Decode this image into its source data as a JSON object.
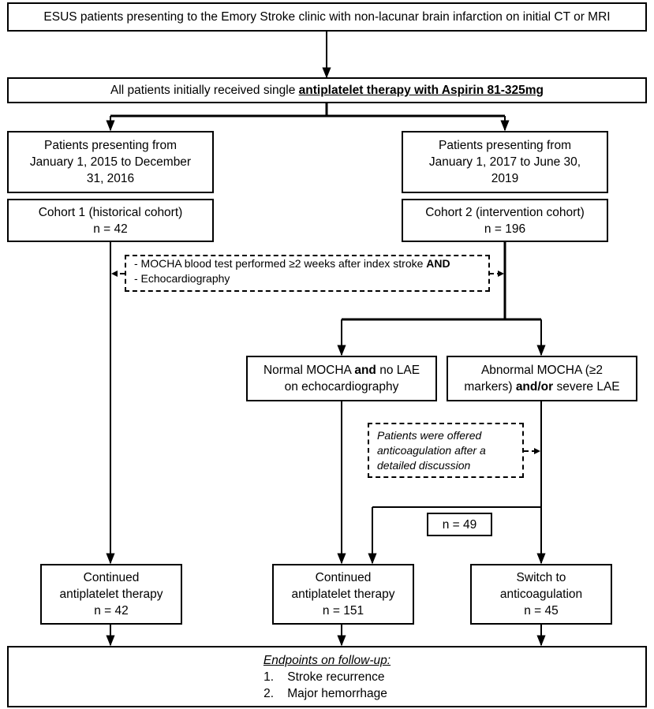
{
  "diagram": {
    "top_box": "ESUS patients presenting to the Emory Stroke clinic with non-lacunar brain infarction on initial CT or MRI",
    "therapy_box": {
      "prefix": "All patients initially received single ",
      "emphasis": "antiplatelet therapy with Aspirin 81-325mg"
    },
    "left_period": {
      "line1": "Patients presenting from",
      "line2": "January 1, 2015  to December",
      "line3": "31, 2016"
    },
    "right_period": {
      "line1": "Patients presenting from",
      "line2": "January 1, 2017  to June 30,",
      "line3": "2019"
    },
    "cohort1": {
      "label": "Cohort 1 (historical cohort)",
      "n": "n = 42"
    },
    "cohort2": {
      "label": "Cohort 2 (intervention cohort)",
      "n": "n = 196"
    },
    "mocha_note": {
      "line1_prefix": "- MOCHA blood test performed ≥2  weeks after index stroke ",
      "line1_bold": "AND",
      "line2": "- Echocardiography"
    },
    "normal_box": {
      "line1_a": "Normal MOCHA ",
      "line1_b": "and",
      "line1_c": " no LAE",
      "line2": "on echocardiography"
    },
    "abnormal_box": {
      "line1": "Abnormal MOCHA (≥2",
      "line2_a": "markers) ",
      "line2_b": "and/or",
      "line2_c": " severe LAE"
    },
    "offer_note": {
      "line1": "Patients were offered",
      "line2": "anticoagulation after a",
      "line3": "detailed discussion"
    },
    "n49": "n = 49",
    "out_left": {
      "line1": "Continued",
      "line2": "antiplatelet therapy",
      "n": "n = 42"
    },
    "out_mid": {
      "line1": "Continued",
      "line2": "antiplatelet therapy",
      "n": "n = 151"
    },
    "out_right": {
      "line1": "Switch to",
      "line2": "anticoagulation",
      "n": "n = 45"
    },
    "endpoints": {
      "title": "Endpoints on follow-up:",
      "items": [
        "1.    Stroke recurrence",
        "2.    Major hemorrhage"
      ]
    }
  }
}
